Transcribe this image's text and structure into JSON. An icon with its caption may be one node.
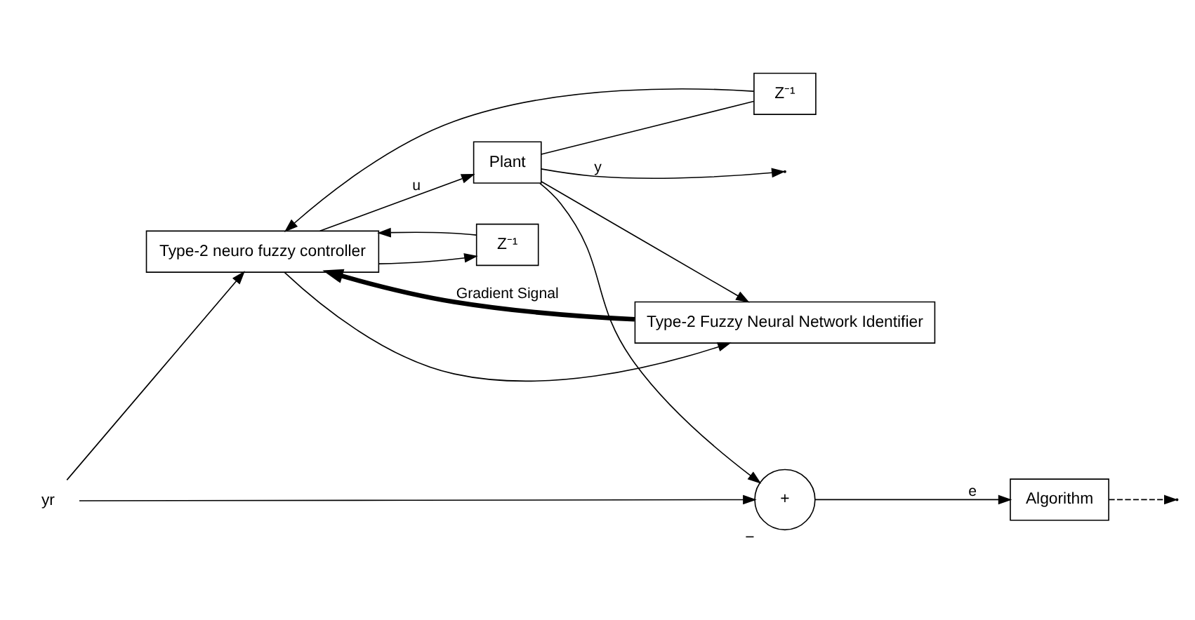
{
  "diagram": {
    "nodes": [
      {
        "text": [
          "Type-2 neuro fuzzy controller"
        ]
      },
      {
        "text": [
          "Plant"
        ]
      },
      {
        "text": [
          "Z⁻¹"
        ]
      },
      {
        "text": [
          "Z⁻¹"
        ]
      },
      {
        "text": [
          "Type-2 Fuzzy Neural Network Identifier"
        ]
      },
      {
        "text": [
          "Algorithm"
        ]
      },
      {
        "text": [
          "+"
        ],
        "beside": [
          "−"
        ]
      },
      {
        "text": [
          "yr"
        ]
      }
    ],
    "edges": [
      {
        "from": 7,
        "to": 0,
        "arrow": "to"
      },
      {
        "from": 7,
        "to": 6,
        "arrow": "to"
      },
      {
        "from": 0,
        "to": 1,
        "arrow": "to",
        "label": "u"
      },
      {
        "from": 0,
        "to": 3,
        "arrow": "to"
      },
      {
        "from": 3,
        "to": 0,
        "arrow": "to"
      },
      {
        "from": 0,
        "to": 4,
        "arrow": "to"
      },
      {
        "from": 1,
        "to": null,
        "arrow": "to",
        "label": "y"
      },
      {
        "from": 1,
        "to": 2,
        "arrow": "none"
      },
      {
        "from": 2,
        "to": 0,
        "arrow": "to"
      },
      {
        "from": 1,
        "to": 4,
        "arrow": "to"
      },
      {
        "from": 1,
        "to": 6,
        "arrow": "to"
      },
      {
        "from": 6,
        "to": 5,
        "arrow": "to",
        "label": "e"
      },
      {
        "from": 4,
        "to": 0,
        "arrow": "to",
        "style": "thick",
        "label": "Gradient Signal"
      },
      {
        "from": 5,
        "to": null,
        "arrow": "to",
        "style": "dashed"
      }
    ]
  }
}
